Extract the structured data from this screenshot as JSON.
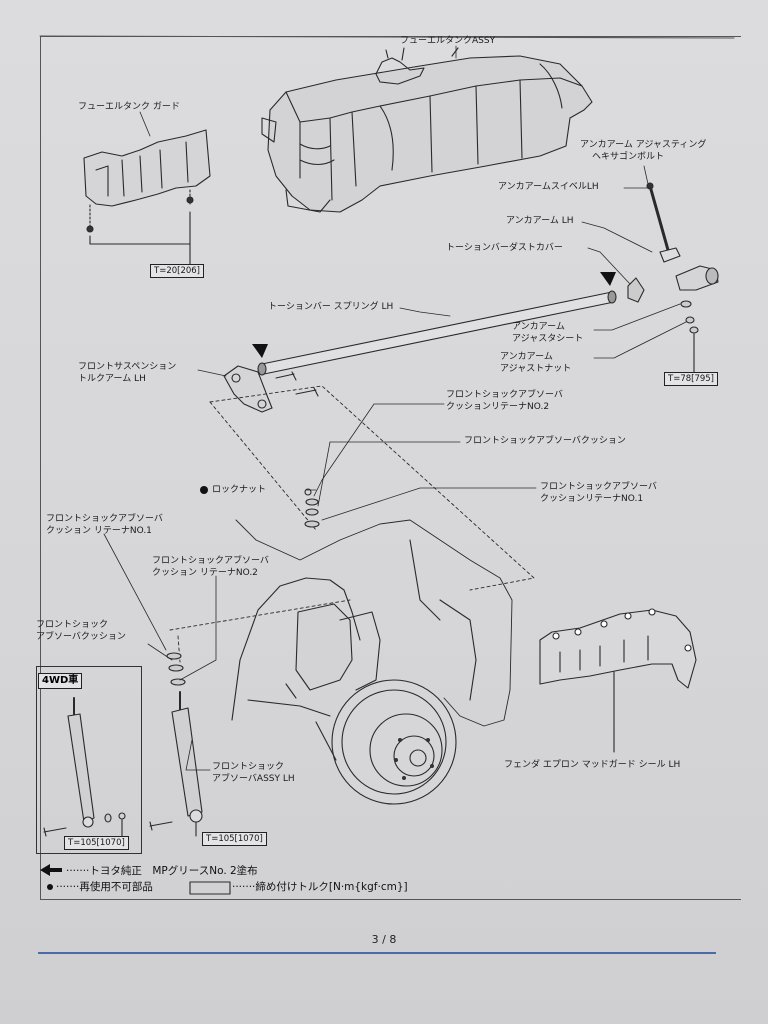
{
  "labels": {
    "fuel_tank_assy": "フューエルタンクASSY",
    "fuel_tank_guard": "フューエルタンク ガード",
    "anchor_arm_adjusting_hex_bolt_1": "アンカアーム アジャスティング",
    "anchor_arm_adjusting_hex_bolt_2": "ヘキサゴンボルト",
    "anchor_arm_swivel": "アンカアームスイベルLH",
    "anchor_arm": "アンカアーム LH",
    "torsion_bar_dust_cover": "トーションバーダストカバー",
    "torsion_bar_spring": "トーションバー スプリング LH",
    "anchor_arm_adjust_seat_1": "アンカアーム",
    "anchor_arm_adjust_seat_2": "アジャスタシート",
    "anchor_arm_adjust_nut_1": "アンカアーム",
    "anchor_arm_adjust_nut_2": "アジャストナット",
    "torque_arm_1": "フロントサスペンション",
    "torque_arm_2": "トルクアーム LH",
    "retainer_no2_top_1": "フロントショックアブソーバ",
    "retainer_no2_top_2": "クッションリテーナNO.2",
    "absorber_cushion_top": "フロントショックアブソーバクッション",
    "lock_nut": "ロックナット",
    "retainer_no1_right_1": "フロントショックアブソーバ",
    "retainer_no1_right_2": "クッションリテーナNO.1",
    "retainer_no1_left_1": "フロントショックアブソーバ",
    "retainer_no1_left_2": "クッション リテーナNO.1",
    "retainer_no2_left_1": "フロントショックアブソーバ",
    "retainer_no2_left_2": "クッション リテーナNO.2",
    "absorber_cushion_left_1": "フロントショック",
    "absorber_cushion_left_2": "アブソーバクッション",
    "absorber_assy_1": "フロントショック",
    "absorber_assy_2": "アブソーバASSY LH",
    "fender_apron_seal": "フェンダ エプロン マッドガード シール LH",
    "inset_4wd": "4WD車"
  },
  "torques": {
    "guard": "T=20[206]",
    "anchor": "T=78[795]",
    "absorber": "T=105[1070]",
    "absorber_4wd": "T=105[1070]"
  },
  "legend": {
    "grease": "·······トヨタ純正　MPグリースNo. 2塗布",
    "non_reusable": "·······再使用不可部品",
    "torque_box": "·······締め付けトルク[N·m{kgf·cm}]"
  },
  "page_number": "3 / 8"
}
